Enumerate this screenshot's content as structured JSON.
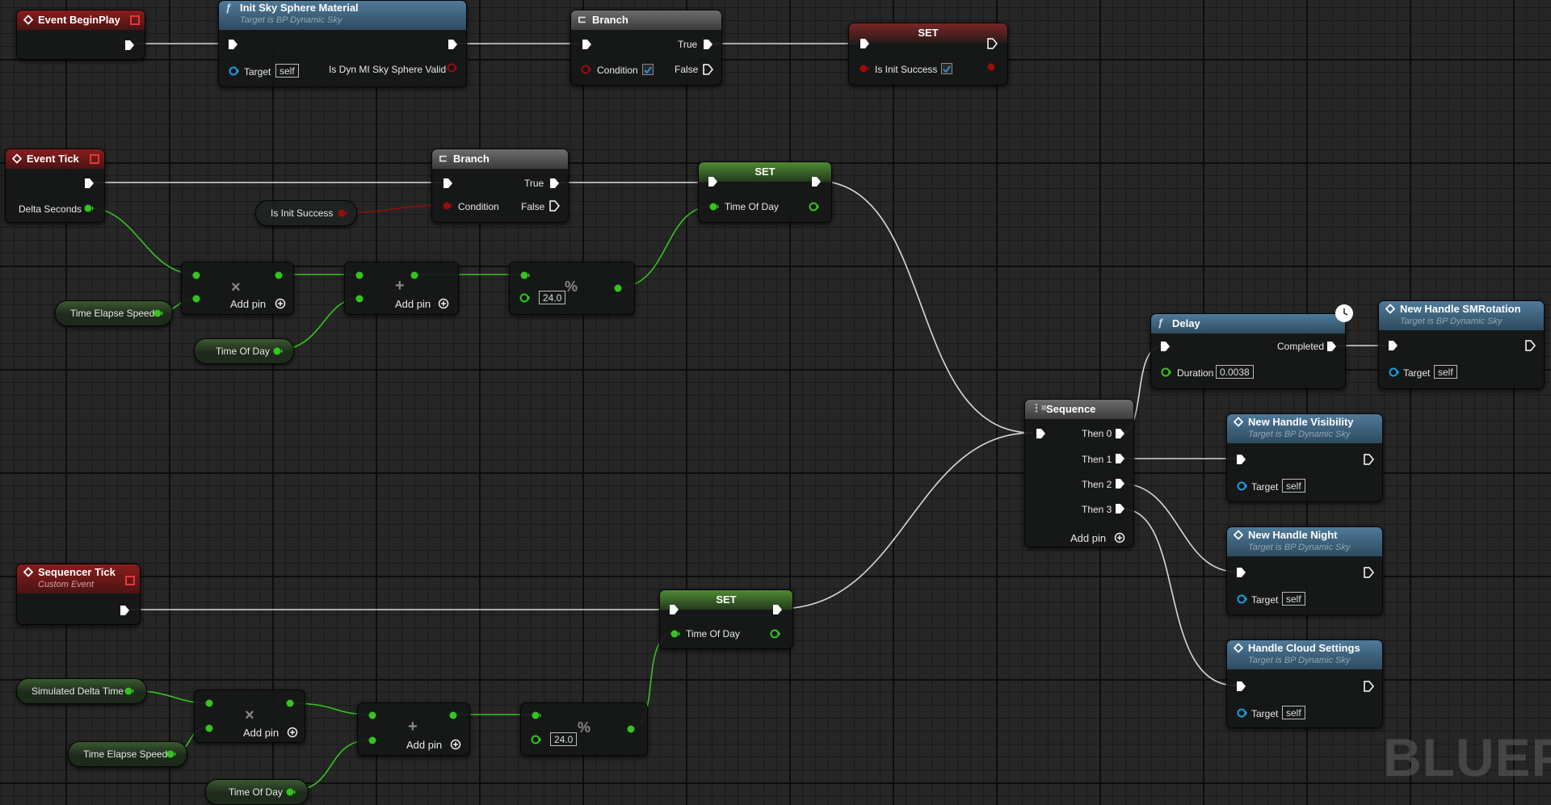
{
  "app": {
    "watermark": "BLUEPR"
  },
  "event_begin_play": {
    "title": "Event BeginPlay"
  },
  "init_sky": {
    "title": "Init Sky Sphere Material",
    "subtitle": "Target is BP Dynamic Sky",
    "target_label": "Target",
    "target_value": "self",
    "return_label": "Is Dyn MI Sky Sphere Valid"
  },
  "branch1": {
    "title": "Branch",
    "true_label": "True",
    "false_label": "False",
    "condition_label": "Condition"
  },
  "set_init": {
    "title": "SET",
    "var_label": "Is Init Success",
    "checked": true
  },
  "event_tick": {
    "title": "Event Tick",
    "delta_label": "Delta Seconds"
  },
  "is_init_get": {
    "label": "Is Init Success"
  },
  "branch2": {
    "title": "Branch",
    "true_label": "True",
    "false_label": "False",
    "condition_label": "Condition"
  },
  "set_tod1": {
    "title": "SET",
    "var_label": "Time Of Day"
  },
  "mult1": {
    "add_pin": "Add pin"
  },
  "add1": {
    "add_pin": "Add pin"
  },
  "mod1": {
    "value": "24.0",
    "symbol": "%"
  },
  "time_elapse_1": {
    "label": "Time Elapse Speed"
  },
  "time_of_day_1": {
    "label": "Time Of Day"
  },
  "delay": {
    "title": "Delay",
    "completed_label": "Completed",
    "duration_label": "Duration",
    "duration_value": "0.0038"
  },
  "sm_rotation": {
    "title": "New Handle SMRotation",
    "subtitle": "Target is BP Dynamic Sky",
    "target_label": "Target",
    "target_value": "self"
  },
  "sequence": {
    "title": "Sequence",
    "outputs": [
      "Then 0",
      "Then 1",
      "Then 2",
      "Then 3"
    ],
    "add_pin": "Add pin"
  },
  "visibility": {
    "title": "New Handle Visibility",
    "subtitle": "Target is BP Dynamic Sky",
    "target_label": "Target",
    "target_value": "self"
  },
  "night": {
    "title": "New Handle Night",
    "subtitle": "Target is BP Dynamic Sky",
    "target_label": "Target",
    "target_value": "self"
  },
  "cloud": {
    "title": "Handle Cloud Settings",
    "subtitle": "Target is BP Dynamic Sky",
    "target_label": "Target",
    "target_value": "self"
  },
  "seq_tick": {
    "title": "Sequencer Tick",
    "subtitle": "Custom Event"
  },
  "set_tod2": {
    "title": "SET",
    "var_label": "Time Of Day"
  },
  "sim_delta": {
    "label": "Simulated Delta Time"
  },
  "time_elapse_2": {
    "label": "Time Elapse Speed"
  },
  "time_of_day_2": {
    "label": "Time Of Day"
  },
  "mult2": {
    "add_pin": "Add pin"
  },
  "add2": {
    "add_pin": "Add pin"
  },
  "mod2": {
    "value": "24.0",
    "symbol": "%"
  },
  "colors": {
    "exec_wire": "#e0e0e0",
    "float_pin": "#35c41f",
    "bool_pin": "#9a0c0c",
    "object_pin": "#1e9be0"
  }
}
